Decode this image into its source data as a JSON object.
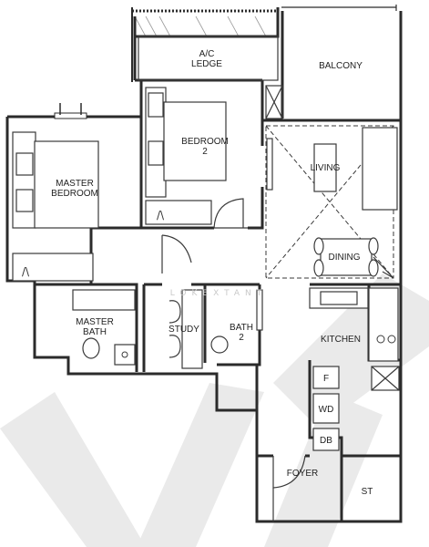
{
  "watermark": "LOKEXTANT",
  "rooms": {
    "ac_ledge": [
      "A/C",
      "LEDGE"
    ],
    "balcony": "BALCONY",
    "bedroom2": [
      "BEDROOM",
      "2"
    ],
    "master_bedroom": [
      "MASTER",
      "BEDROOM"
    ],
    "living": "LIVING",
    "dining": "DINING",
    "master_bath": [
      "MASTER",
      "BATH"
    ],
    "study": "STUDY",
    "bath2": [
      "BATH",
      "2"
    ],
    "kitchen": "KITCHEN",
    "fridge": "F",
    "washer_dryer": "WD",
    "db": "DB",
    "foyer": "FOYER",
    "store": "ST"
  }
}
